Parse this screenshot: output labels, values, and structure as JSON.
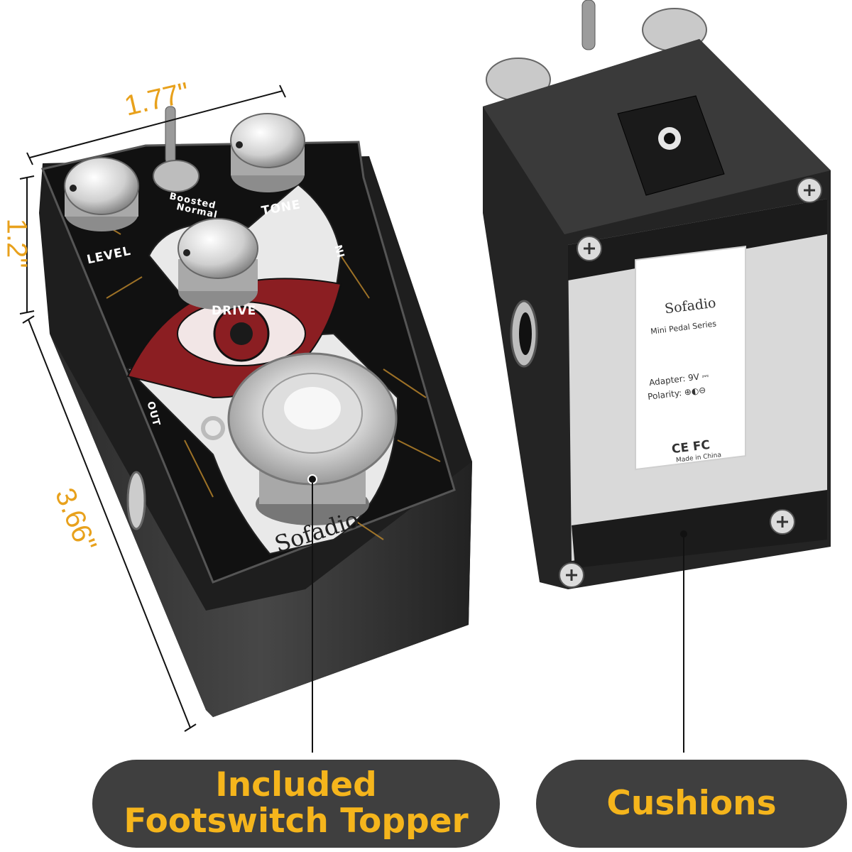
{
  "dimensions": {
    "width": "1.77\"",
    "height": "1.2\"",
    "length": "3.66\""
  },
  "front_pedal": {
    "knobs": {
      "level": "LEVEL",
      "tone": "TONE",
      "drive": "DRIVE"
    },
    "toggle_labels": {
      "boosted": "Boosted",
      "normal": "Normal"
    },
    "jack_labels": {
      "out": "OUT",
      "in": "IN"
    },
    "brand": "Sofadio"
  },
  "back_plate": {
    "brand": "Sofadio",
    "series": "Mini Pedal Series",
    "adapter": "Adapter: 9V ⎓",
    "polarity": "Polarity: ⊕◐⊖",
    "certifications": "CE FC",
    "origin": "Made in China"
  },
  "callouts": {
    "topper_line1": "Included",
    "topper_line2": "Footswitch Topper",
    "cushions": "Cushions"
  },
  "colors": {
    "accent_orange": "#e8a11c",
    "pill_background": "#3f3f3f",
    "pill_text": "#f5b51c",
    "pedal_black": "#1c1c1c",
    "eye_red": "#8b1e22"
  }
}
